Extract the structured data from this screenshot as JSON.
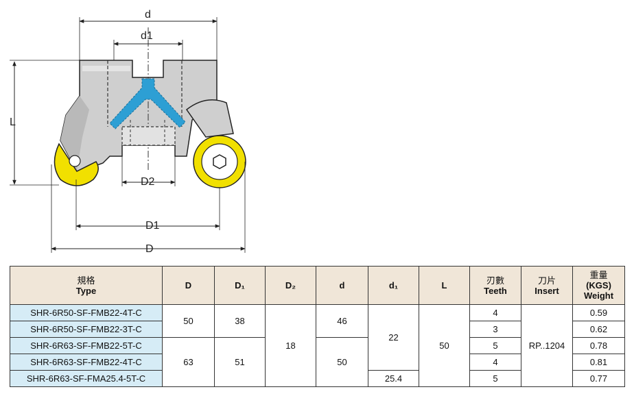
{
  "drawing": {
    "labels": {
      "d": "d",
      "d1": "d1",
      "L": "L",
      "D2": "D2",
      "D1": "D1",
      "D": "D"
    },
    "colors": {
      "body": "#cfcfcf",
      "insert": "#f1e000",
      "coolant": "#2d9fd4",
      "line": "#222222"
    }
  },
  "table": {
    "headers": [
      {
        "zh": "規格",
        "en": "Type"
      },
      {
        "zh": "",
        "en": "D"
      },
      {
        "zh": "",
        "en": "D₁"
      },
      {
        "zh": "",
        "en": "D₂"
      },
      {
        "zh": "",
        "en": "d"
      },
      {
        "zh": "",
        "en": "d₁"
      },
      {
        "zh": "",
        "en": "L"
      },
      {
        "zh": "刃數",
        "en": "Teeth"
      },
      {
        "zh": "刀片",
        "en": "Insert"
      },
      {
        "zh": "重量",
        "en": "(KGS) Weight"
      }
    ],
    "rows": [
      {
        "type": "SHR-6R50-SF-FMB22-4T-C",
        "teeth": "4",
        "weight": "0.59"
      },
      {
        "type": "SHR-6R50-SF-FMB22-3T-C",
        "teeth": "3",
        "weight": "0.62"
      },
      {
        "type": "SHR-6R63-SF-FMB22-5T-C",
        "teeth": "5",
        "weight": "0.78"
      },
      {
        "type": "SHR-6R63-SF-FMB22-4T-C",
        "teeth": "4",
        "weight": "0.81"
      },
      {
        "type": "SHR-6R63-SF-FMA25.4-5T-C",
        "teeth": "5",
        "weight": "0.77"
      }
    ],
    "merged": {
      "D_50": "50",
      "D1_38": "38",
      "D_63": "63",
      "D1_51": "51",
      "D2": "18",
      "d_46": "46",
      "d_50": "50",
      "d1_22": "22",
      "d1_25": "25.4",
      "L": "50",
      "insert": "RP..1204"
    }
  }
}
